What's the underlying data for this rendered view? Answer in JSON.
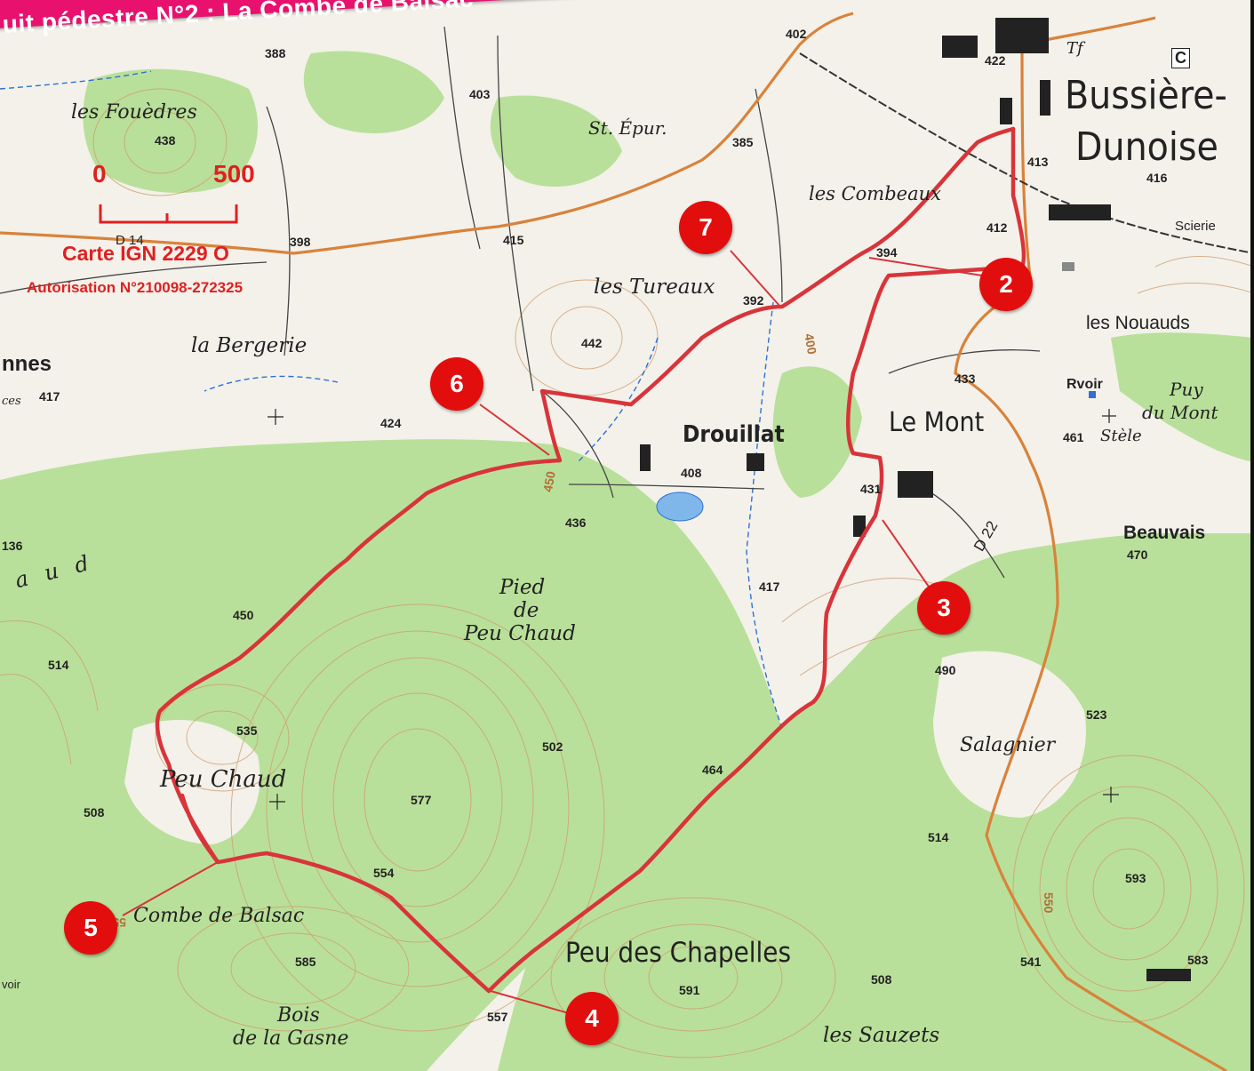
{
  "title": "uit pédestre N°2 : La Combe de Balsac",
  "scale": {
    "left": "0",
    "right": "500"
  },
  "map_source": "Carte IGN 2229 O",
  "authorization": "Autorisation N°210098-272325",
  "colors": {
    "banner": "#e8126e",
    "route": "#d8343a",
    "marker": "#e20e0e",
    "forest": "#b9e09a",
    "open_land": "#f3f1ea",
    "road_main": "#d9823a",
    "contour": "#cf9b6a",
    "water": "#2f6fd6"
  },
  "markers": [
    {
      "label": "2"
    },
    {
      "label": "3"
    },
    {
      "label": "4"
    },
    {
      "label": "5"
    },
    {
      "label": "6"
    },
    {
      "label": "7"
    }
  ],
  "place_names": {
    "bussiere_1": "Bussière-",
    "bussiere_2": "Dunoise",
    "fouedres": "les Fouèdres",
    "st_epur": "St. Épur.",
    "combeaux": "les Combeaux",
    "tureaux": "les Tureaux",
    "bergerie": "la Bergerie",
    "nnes": "nnes",
    "ces": "ces",
    "nouauds": "les Nouauds",
    "puy": "Puy",
    "du_mont": "du Mont",
    "stele": "Stèle",
    "voir": "Rvoir",
    "le_mont": "Le Mont",
    "drouillat": "Drouillat",
    "beauvais": "Beauvais",
    "pied": "Pied",
    "de": "de",
    "peu_chaud_lieu": "Peu Chaud",
    "peu_chaud": "Peu Chaud",
    "salagnier": "Salagnier",
    "combe_balsac": "Combe de Balsac",
    "peu_chapelles": "Peu des Chapelles",
    "bois": "Bois",
    "gasne": "de la Gasne",
    "sauzets": "les Sauzets",
    "scierie": "Scierie",
    "aud": "a u d",
    "tf": "Tf",
    "c": "C",
    "d22": "D 22",
    "d14": "D 14",
    "voir_left": "voir"
  },
  "spot_heights": [
    "388",
    "403",
    "402",
    "422",
    "438",
    "385",
    "413",
    "416",
    "412",
    "415",
    "398",
    "394",
    "392",
    "442",
    "433",
    "417",
    "424",
    "461",
    "408",
    "431",
    "436",
    "470",
    "417",
    "450",
    "514",
    "490",
    "535",
    "502",
    "523",
    "577",
    "464",
    "508",
    "514",
    "554",
    "593",
    "585",
    "541",
    "583",
    "591",
    "508",
    "557",
    "136",
    "400",
    "450",
    "550",
    "550"
  ]
}
